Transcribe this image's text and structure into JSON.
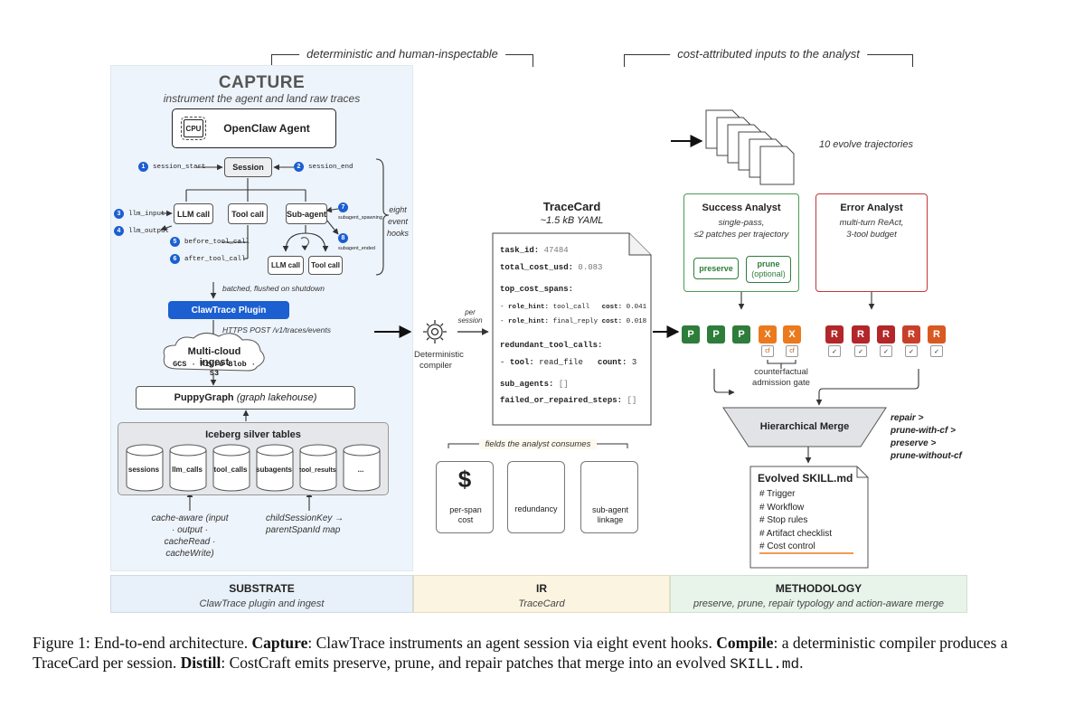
{
  "brackets": {
    "left": "deterministic and human-inspectable",
    "right": "cost-attributed inputs to the analyst"
  },
  "capture": {
    "title": "CAPTURE",
    "subtitle": "instrument the agent and land raw traces",
    "agent_label": "OpenClaw Agent",
    "cpu_label": "CPU",
    "session": "Session",
    "hooks": {
      "n1": "1",
      "h1": "session_start",
      "n2": "2",
      "h2": "session_end",
      "n3": "3",
      "h3": "llm_input",
      "n4": "4",
      "h4": "llm_output",
      "n5": "5",
      "h5": "before_tool_call",
      "n6": "6",
      "h6": "after_tool_call",
      "n7": "7",
      "h7": "subagent_spawning",
      "n8": "8",
      "h8": "subagent_ended"
    },
    "llm_call": "LLM call",
    "tool_call": "Tool call",
    "sub_agent": "Sub-agent",
    "sub_llm_call": "LLM call",
    "sub_tool_call": "Tool call",
    "hooks_brace_label": "eight event hooks",
    "batched_label": "batched, flushed on shutdown",
    "plugin": "ClawTrace Plugin",
    "https_label": "HTTPS POST /v1/traces/events",
    "ingest_title": "Multi-cloud ingest",
    "ingest_sub": "GCS · Azure Blob · S3",
    "puppy_bold": "PuppyGraph",
    "puppy_it": "(graph lakehouse)",
    "iceberg_title": "Iceberg silver tables",
    "tables": [
      "sessions",
      "llm_calls",
      "tool_calls",
      "subagents",
      "tool_results",
      "..."
    ],
    "note_left": "cache-aware (input · output · cacheRead · cacheWrite)",
    "note_right": "childSessionKey → parentSpanId map"
  },
  "compile": {
    "title": "COMPILE",
    "subtitle": "deterministically summarize each session",
    "compiler_label": "Deterministic compiler",
    "per_session": "per session",
    "tc_title": "TraceCard",
    "tc_sub": "~1.5 kB YAML",
    "tc": {
      "task_id_k": "task_id:",
      "task_id_v": "47484",
      "cost_k": "total_cost_usd:",
      "cost_v": "0.083",
      "spans_k": "top_cost_spans:",
      "span1_dash": "-",
      "span1_k": "role_hint:",
      "span1_v": "tool_call",
      "span1_ck": "cost:",
      "span1_cv": "0.041",
      "span2_dash": "-",
      "span2_k": "role_hint:",
      "span2_v": "final_reply",
      "span2_ck": "cost:",
      "span2_cv": "0.018",
      "red_k": "redundant_tool_calls:",
      "red_dash": "-",
      "red_tool_k": "tool:",
      "red_tool_v": "read_file",
      "red_count_k": "count:",
      "red_count_v": "3",
      "sub_k": "sub_agents:",
      "sub_v": "[]",
      "fail_k": "failed_or_repaired_steps:",
      "fail_v": "[]"
    },
    "fields_label": "fields the analyst consumes",
    "feature1": "per-span cost",
    "feature1_icon": "$",
    "feature2": "redundancy",
    "feature3": "sub-agent linkage"
  },
  "distill": {
    "title": "DISTILL",
    "subtitle": "analyze many summaries and merge to one artifact",
    "trajectories": "10 evolve trajectories",
    "success_title": "Success Analyst",
    "success_sub1": "single-pass,",
    "success_sub2": "≤2 patches per trajectory",
    "preserve_btn": "preserve",
    "prune_btn1": "prune",
    "prune_btn2": "(optional)",
    "error_title": "Error Analyst",
    "error_sub1": "multi-turn ReAct,",
    "error_sub2": "3-tool budget",
    "chip_p": "P",
    "chip_x": "X",
    "chip_r": "R",
    "cf": "cf",
    "check": "✓",
    "gate_label": "counterfactual admission gate",
    "merge_label": "Hierarchical Merge",
    "order": [
      "repair >",
      "prune-with-cf >",
      "preserve >",
      "prune-without-cf"
    ],
    "skill_title": "Evolved SKILL.md",
    "skill_items": [
      "# Trigger",
      "# Workflow",
      "# Stop rules",
      "# Artifact checklist",
      "# Cost control"
    ]
  },
  "strip": {
    "capture_title": "SUBSTRATE",
    "capture_sub": "ClawTrace plugin and ingest",
    "compile_title": "IR",
    "compile_sub": "TraceCard",
    "distill_title": "METHODOLOGY",
    "distill_sub": "preserve, prune, repair typology and action-aware merge"
  },
  "caption": {
    "lead": "Figure 1: End-to-end architecture.",
    "b1": "Capture",
    "t1": ": ClawTrace instruments an agent session via eight event hooks.",
    "b2": "Compile",
    "t2": ": a deterministic compiler produces a TraceCard per session.",
    "b3": "Distill",
    "t3": ": CostCraft emits preserve, prune, and repair patches that merge into an evolved",
    "code": "SKILL.md",
    "end": "."
  }
}
